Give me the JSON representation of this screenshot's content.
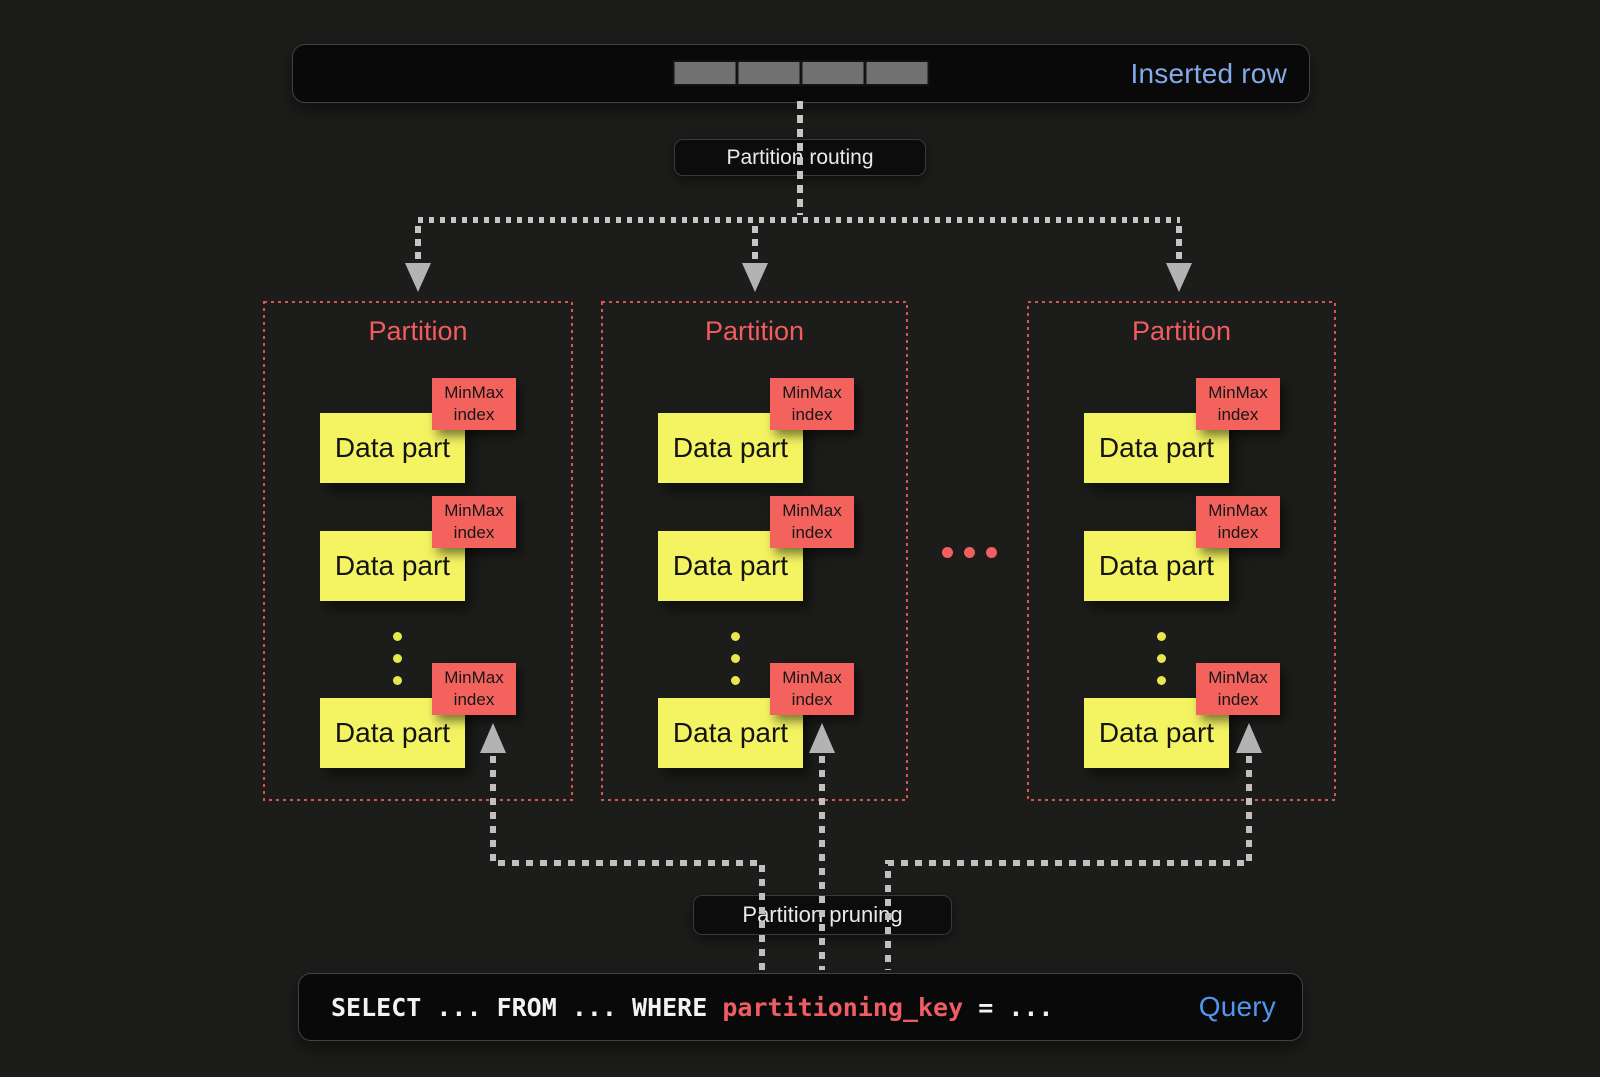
{
  "inserted_row": {
    "label": "Inserted row",
    "cell_count": 4
  },
  "labels": {
    "routing": "Partition routing",
    "pruning": "Partition pruning"
  },
  "partitions": [
    {
      "title": "Partition",
      "data_parts": [
        {
          "part_label": "Data part",
          "index_label": "MinMax index"
        },
        {
          "part_label": "Data part",
          "index_label": "MinMax index"
        },
        {
          "part_label": "Data part",
          "index_label": "MinMax index"
        }
      ]
    },
    {
      "title": "Partition",
      "data_parts": [
        {
          "part_label": "Data part",
          "index_label": "MinMax index"
        },
        {
          "part_label": "Data part",
          "index_label": "MinMax index"
        },
        {
          "part_label": "Data part",
          "index_label": "MinMax index"
        }
      ]
    },
    {
      "title": "Partition",
      "data_parts": [
        {
          "part_label": "Data part",
          "index_label": "MinMax index"
        },
        {
          "part_label": "Data part",
          "index_label": "MinMax index"
        },
        {
          "part_label": "Data part",
          "index_label": "MinMax index"
        }
      ]
    }
  ],
  "ellipsis_dot_count": 3,
  "query": {
    "prefix": "SELECT ... FROM ... WHERE ",
    "keyword": "partitioning_key",
    "suffix": " = ...",
    "label": "Query"
  },
  "colors": {
    "background": "#1c1c1a",
    "panel": "#090909",
    "inserted_row_blue": "#84aae8",
    "query_blue": "#4f96ef",
    "partition_border_red": "#dc534d",
    "partition_title_red": "#f05c60",
    "minmax_tag_red": "#f4625e",
    "keyword_red": "#ee5c64",
    "data_part_yellow": "#f4f462",
    "line_gray": "#c6c6c6",
    "arrow_gray": "#b3b3b3",
    "cell_gray": "#717171"
  }
}
